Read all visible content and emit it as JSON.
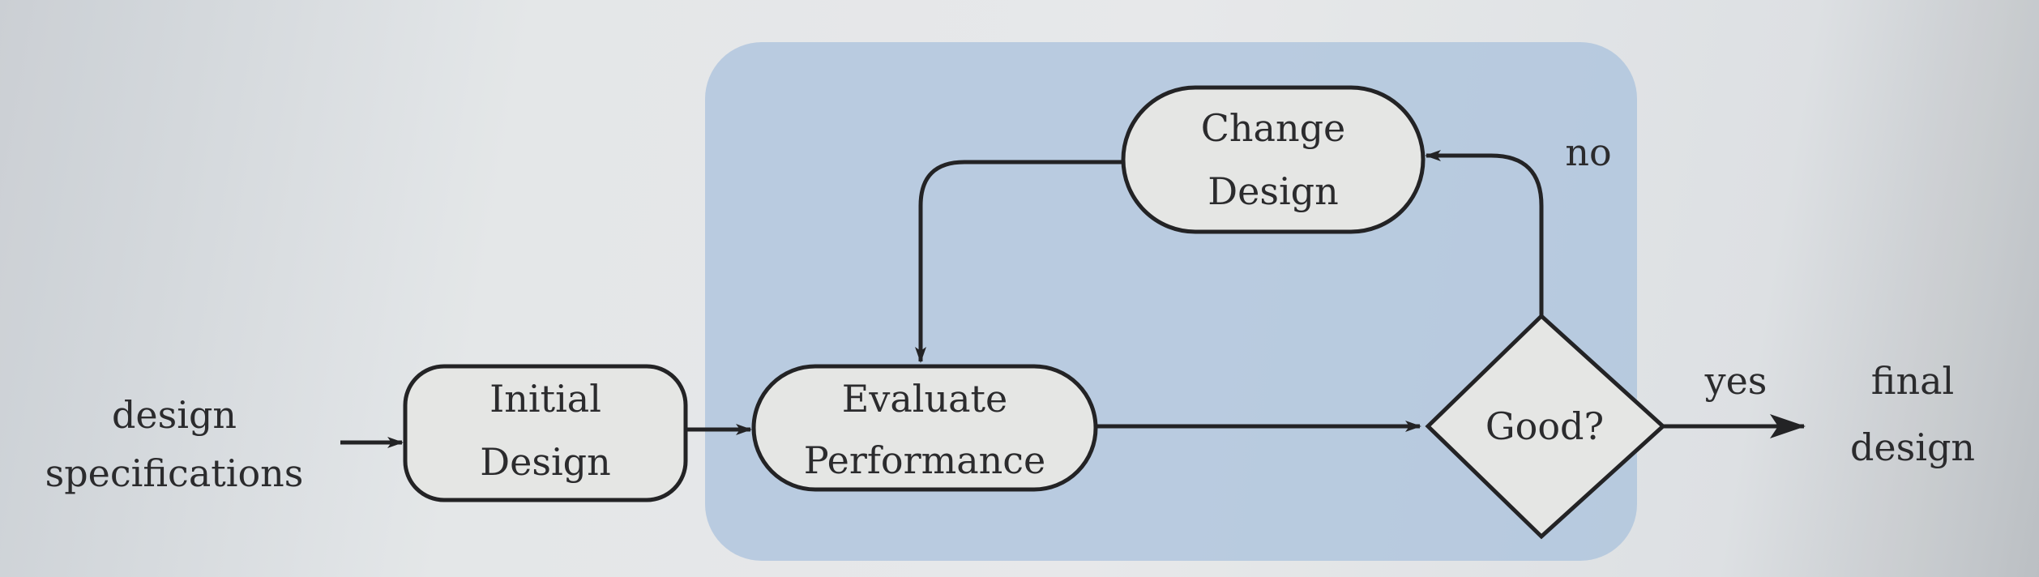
{
  "diagram": {
    "input_label_line1": "design",
    "input_label_line2": "specifications",
    "initial_design_line1": "Initial",
    "initial_design_line2": "Design",
    "evaluate_line1": "Evaluate",
    "evaluate_line2": "Performance",
    "change_line1": "Change",
    "change_line2": "Design",
    "decision_label": "Good?",
    "no_label": "no",
    "yes_label": "yes",
    "output_label_line1": "final",
    "output_label_line2": "design"
  },
  "colors": {
    "highlight_region": "#a9c2dc",
    "node_fill": "#e5e6e4",
    "stroke": "#232325",
    "text": "#2b2b2d"
  }
}
